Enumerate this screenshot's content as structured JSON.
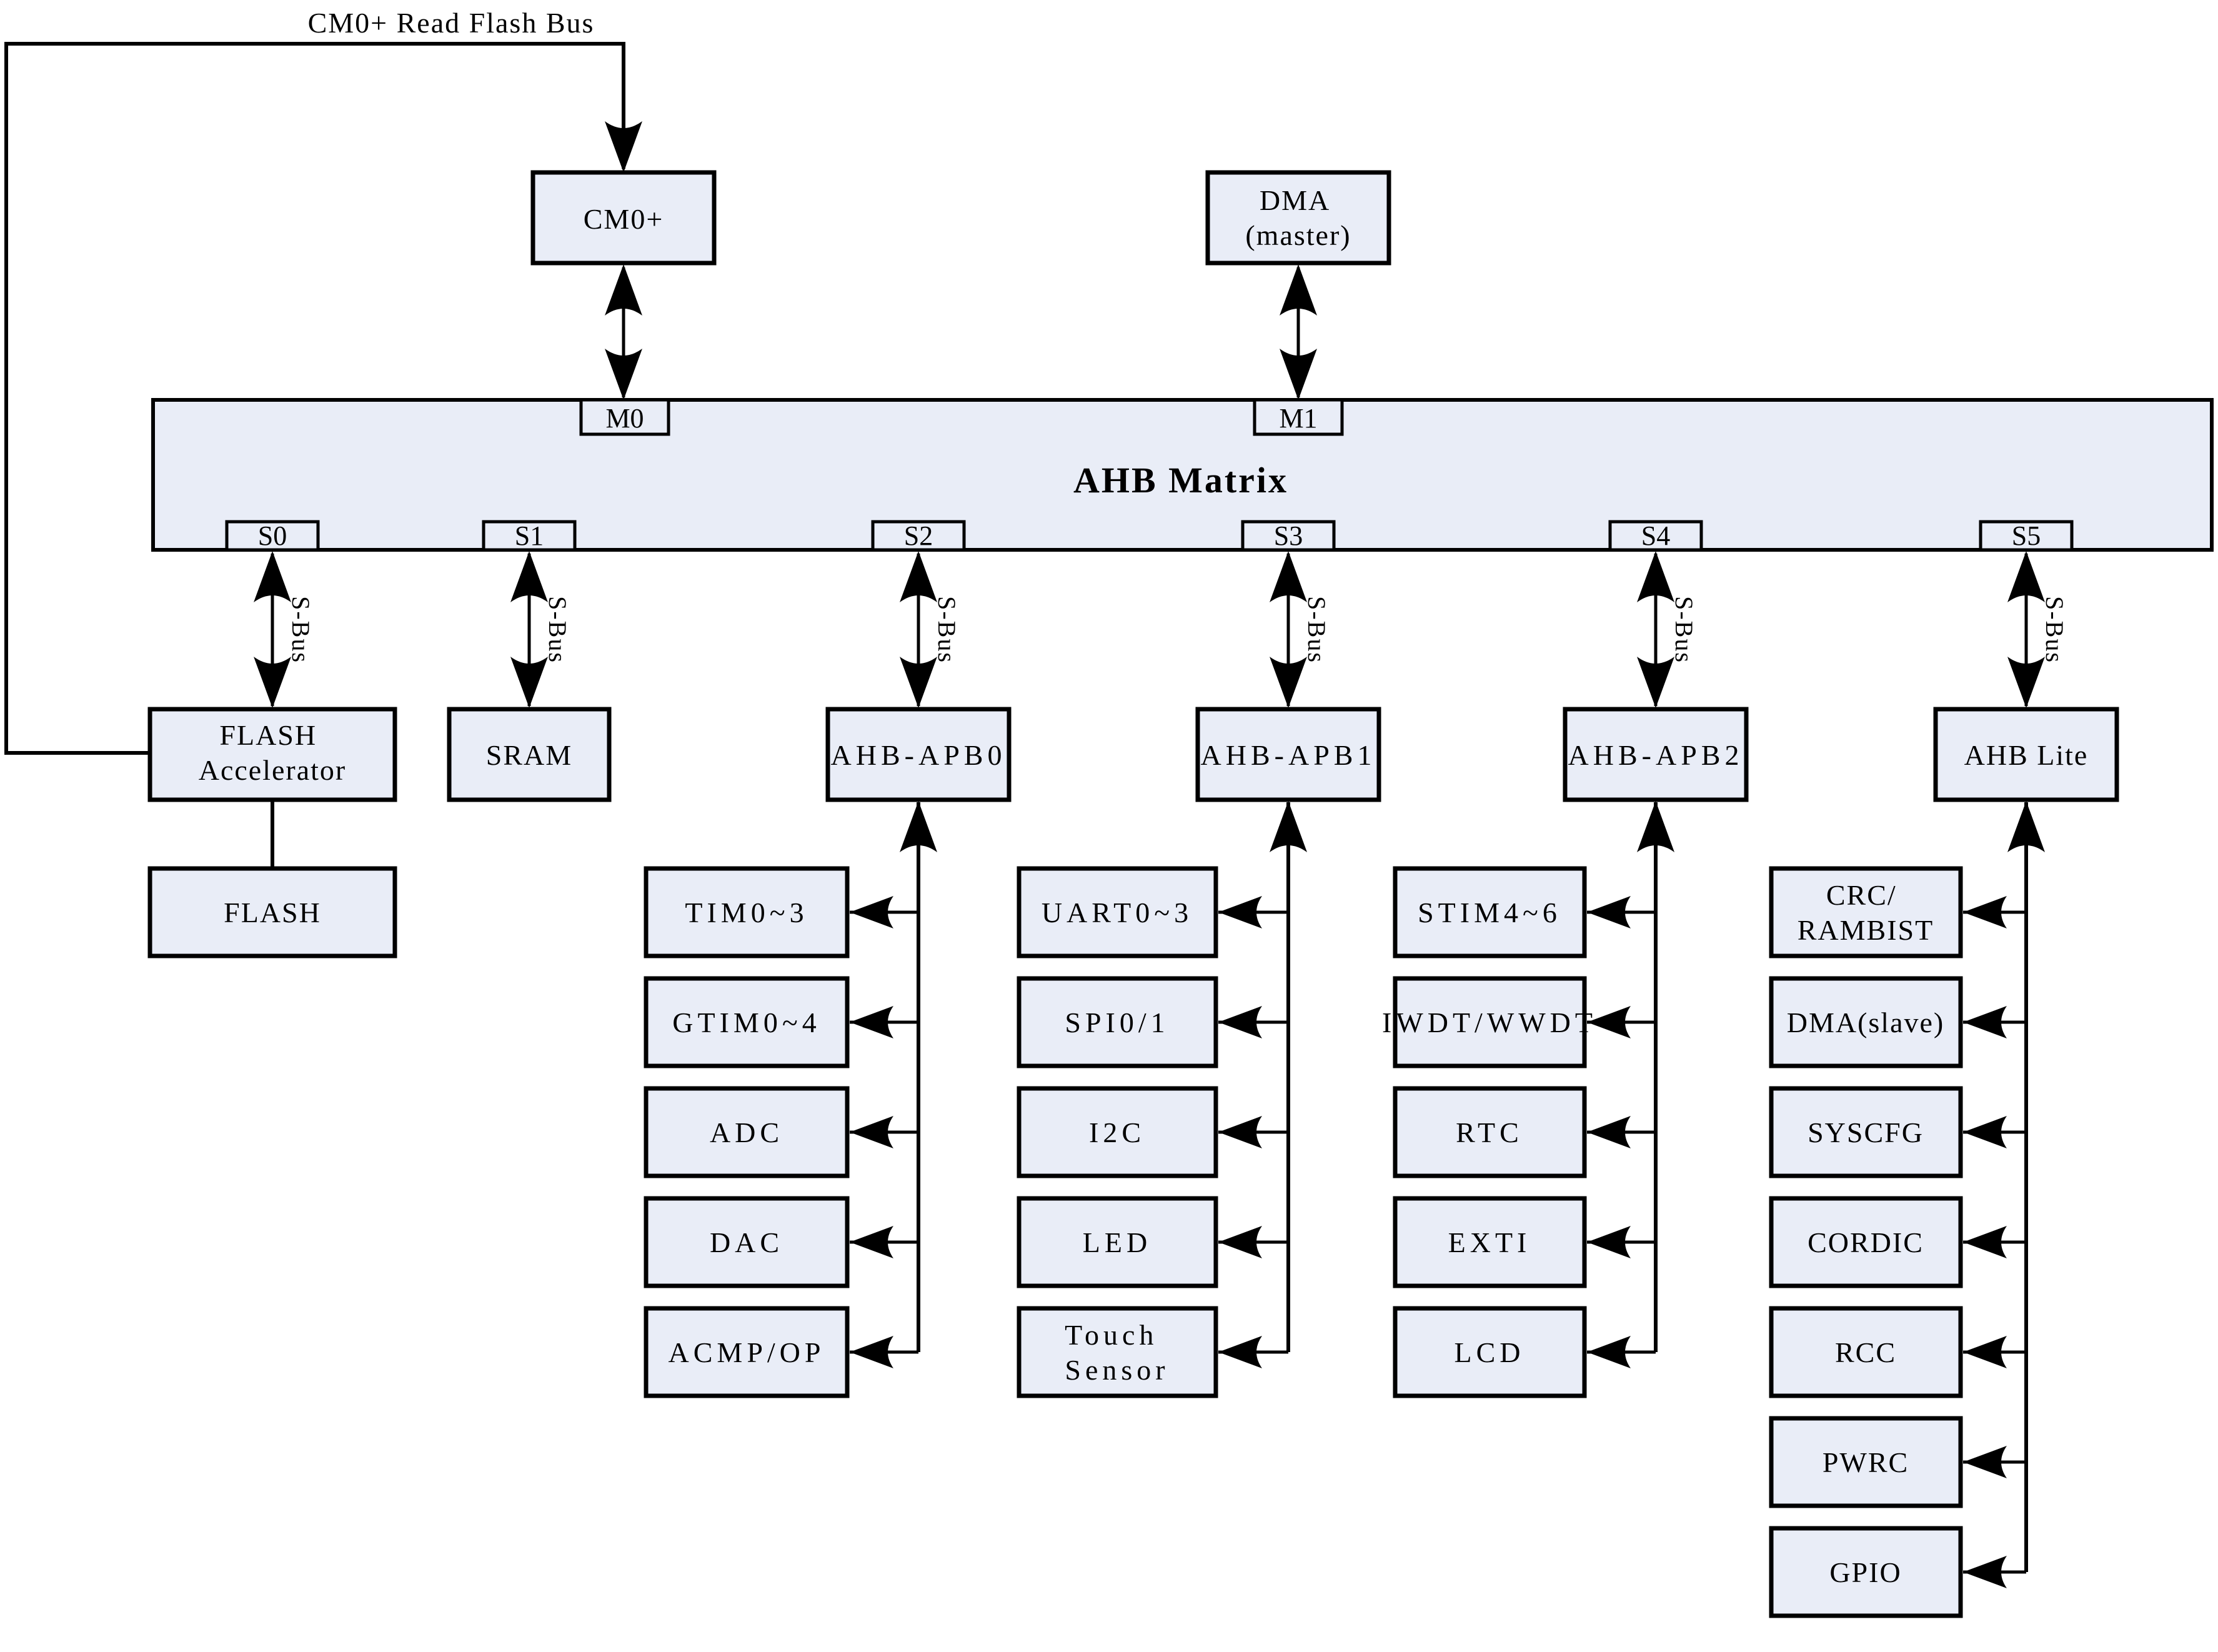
{
  "top_bus_label": "CM0+ Read Flash Bus",
  "sbus_label": "S-Bus",
  "colors": {
    "box_fill": "#e9edf7",
    "stroke": "#000000",
    "background": "#ffffff"
  },
  "masters": [
    {
      "name": "CM0+",
      "lines": [
        "CM0+"
      ],
      "port": "M0"
    },
    {
      "name": "DMA (master)",
      "lines": [
        "DMA",
        "(master)"
      ],
      "port": "M1"
    }
  ],
  "matrix": {
    "title": "AHB Matrix",
    "master_ports": [
      "M0",
      "M1"
    ],
    "slave_ports": [
      "S0",
      "S1",
      "S2",
      "S3",
      "S4",
      "S5"
    ]
  },
  "slaves": [
    {
      "port": "S0",
      "label_lines": [
        "FLASH",
        "Accelerator"
      ]
    },
    {
      "port": "S1",
      "label_lines": [
        "SRAM"
      ]
    },
    {
      "port": "S2",
      "label_lines": [
        "AHB-APB0"
      ]
    },
    {
      "port": "S3",
      "label_lines": [
        "AHB-APB1"
      ]
    },
    {
      "port": "S4",
      "label_lines": [
        "AHB-APB2"
      ]
    },
    {
      "port": "S5",
      "label_lines": [
        "AHB Lite"
      ]
    }
  ],
  "flash_memory_label": "FLASH",
  "peripherals": {
    "apb0": [
      [
        "TIM0~3"
      ],
      [
        "GTIM0~4"
      ],
      [
        "ADC"
      ],
      [
        "DAC"
      ],
      [
        "ACMP/OP"
      ]
    ],
    "apb1": [
      [
        "UART0~3"
      ],
      [
        "SPI0/1"
      ],
      [
        "I2C"
      ],
      [
        "LED"
      ],
      [
        "Touch",
        "Sensor"
      ]
    ],
    "apb2": [
      [
        "STIM4~6"
      ],
      [
        "IWDT/WWDT"
      ],
      [
        "RTC"
      ],
      [
        "EXTI"
      ],
      [
        "LCD"
      ]
    ],
    "ahb_lite": [
      [
        "CRC/",
        "RAMBIST"
      ],
      [
        "DMA(slave)"
      ],
      [
        "SYSCFG"
      ],
      [
        "CORDIC"
      ],
      [
        "RCC"
      ],
      [
        "PWRC"
      ],
      [
        "GPIO"
      ]
    ]
  }
}
